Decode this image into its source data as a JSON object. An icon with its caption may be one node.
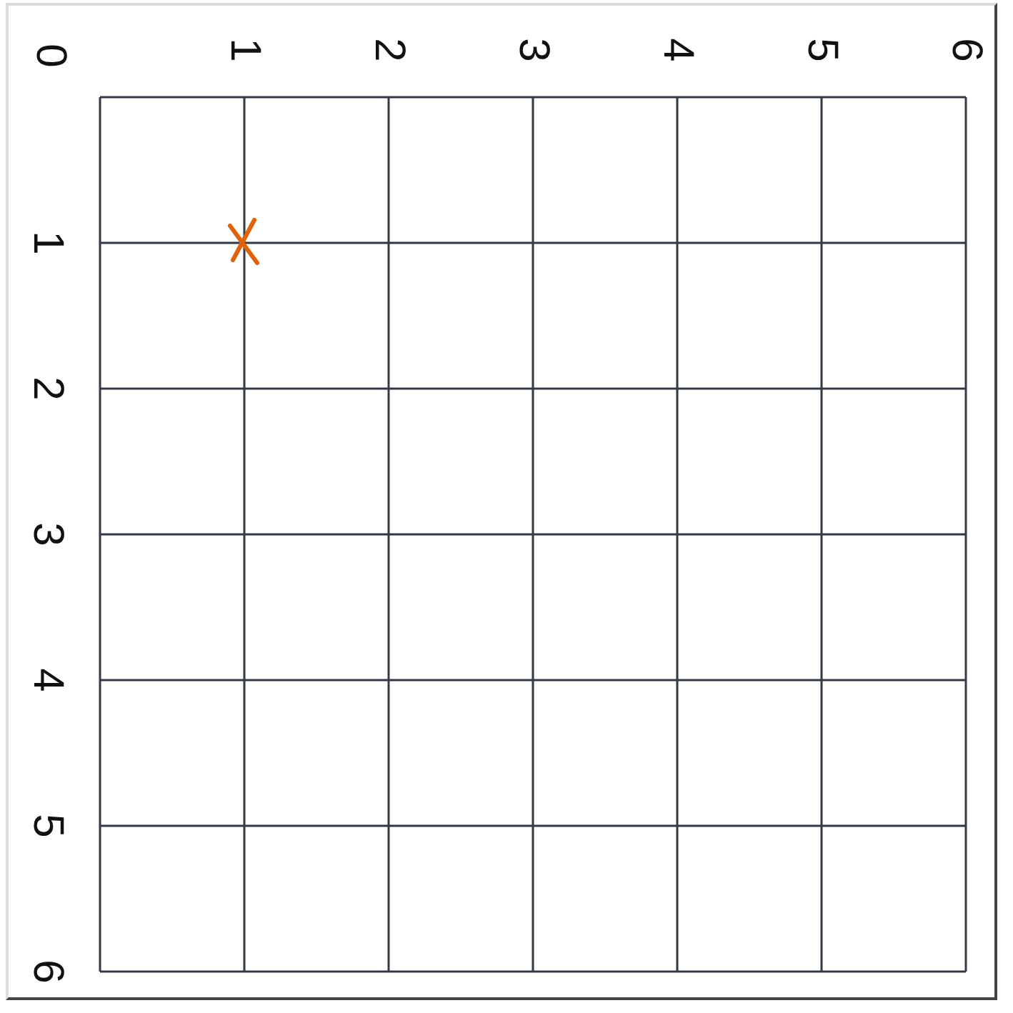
{
  "diagram": {
    "labels": [
      "0",
      "1",
      "2",
      "3",
      "4",
      "5",
      "6",
      "1",
      "2",
      "3",
      "4",
      "5",
      "6"
    ]
  }
}
